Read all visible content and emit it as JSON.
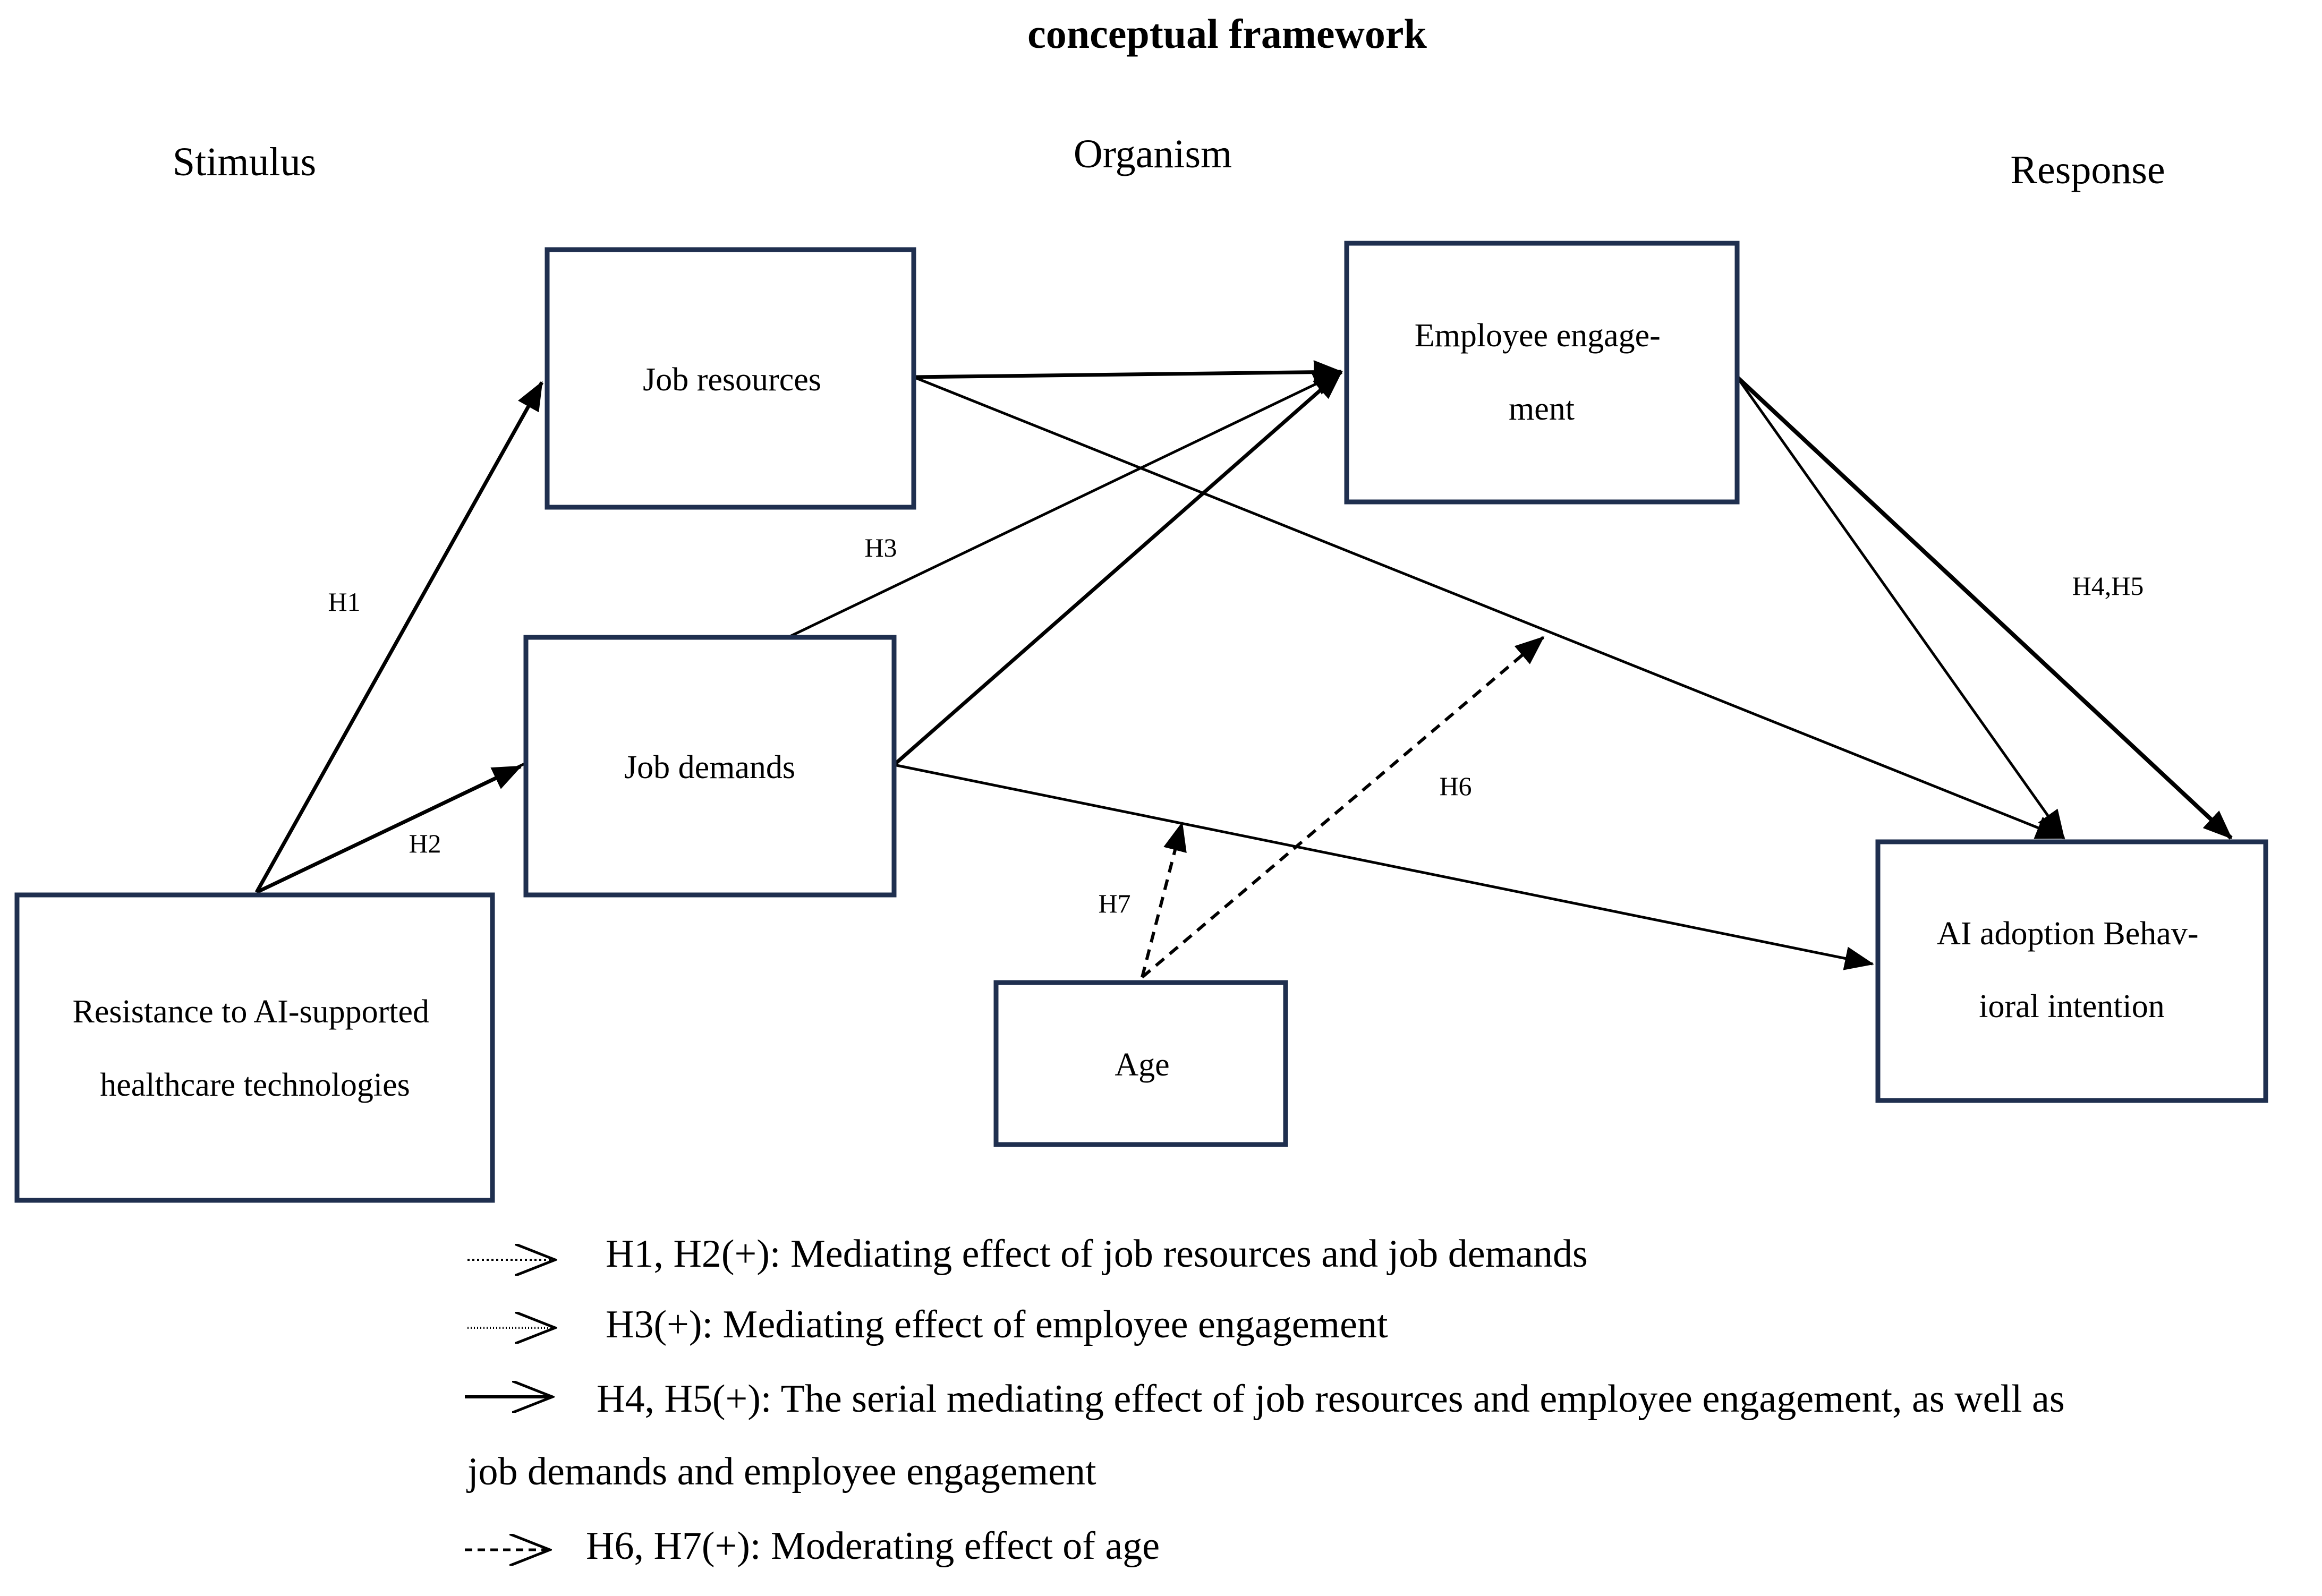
{
  "title": "conceptual framework",
  "stages": {
    "stimulus": "Stimulus",
    "organism": "Organism",
    "response": "Response"
  },
  "nodes": {
    "job_resources": {
      "lines": [
        "Job resources"
      ]
    },
    "employee_engagement": {
      "lines": [
        "Employee engage-",
        "ment"
      ]
    },
    "job_demands": {
      "lines": [
        "Job demands"
      ]
    },
    "resistance": {
      "lines": [
        "Resistance to AI-supported",
        "healthcare technologies"
      ]
    },
    "age": {
      "lines": [
        "Age"
      ]
    },
    "ai_adoption": {
      "lines": [
        "AI adoption Behav-",
        "ioral intention"
      ]
    }
  },
  "hypothesis_labels": {
    "h1": "H1",
    "h2": "H2",
    "h3": "H3",
    "h4h5": "H4,H5",
    "h6": "H6",
    "h7": "H7"
  },
  "legend": {
    "items": [
      {
        "style": "dotted",
        "text": "H1, H2(+): Mediating effect of job resources and job demands"
      },
      {
        "style": "dotted",
        "text": "H3(+): Mediating effect of employee engagement"
      },
      {
        "style": "solid",
        "text": "H4, H5(+): The serial mediating effect of job resources and employee engagement, as well as"
      },
      {
        "style": "none",
        "text": "job demands and employee engagement"
      },
      {
        "style": "dashed",
        "text": "H6, H7(+): Moderating effect of age"
      }
    ]
  }
}
